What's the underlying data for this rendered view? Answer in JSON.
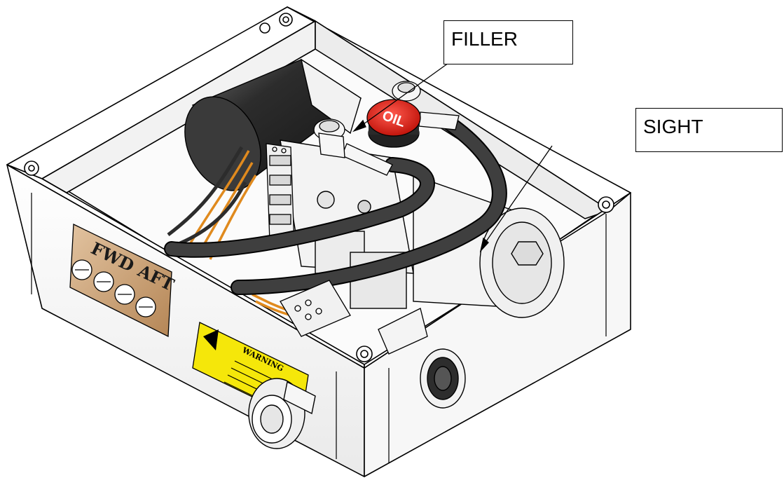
{
  "callouts": {
    "filler": "FILLER",
    "sight": "SIGHT"
  },
  "nameplate": {
    "forward": "FWD",
    "aft": "AFT"
  },
  "filler_cap": {
    "text": "OIL"
  },
  "warning_label": {
    "title": "WARNING"
  },
  "colors": {
    "enclosure": "#f6f6f6",
    "outline": "#000000",
    "motor": "#2c2c2c",
    "hose": "#3a3a3a",
    "filler_cap": "#e4251c",
    "warning_label": "#f5e70a",
    "nameplate": "#c9a27a",
    "wiring": "#e08a1e"
  }
}
